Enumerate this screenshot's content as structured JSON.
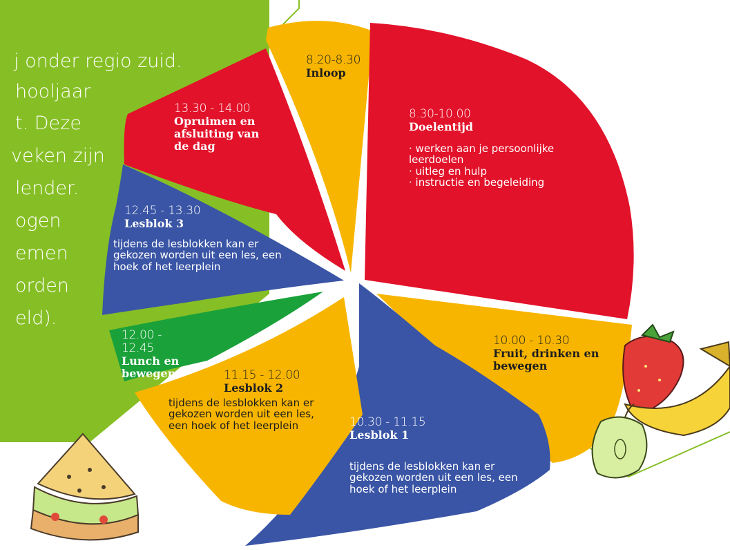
{
  "intro_lines": [
    "j onder regio zuid.",
    "hooljaar",
    "t. Deze",
    "veken zijn",
    "lender.",
    "ogen",
    "emen",
    "orden",
    "eld)."
  ],
  "segments": [
    {
      "time": "8.20-8.30",
      "title": "Inloop",
      "color": "#f7b500"
    },
    {
      "time": "8.30-10.00",
      "title": "Doelentijd",
      "bullets": [
        "werken aan je persoonlijke leerdoelen",
        "uitleg en hulp",
        "instructie en begeleiding"
      ],
      "color": "#e2122a"
    },
    {
      "time": "10.00 - 10.30",
      "title": "Fruit, drinken en bewegen",
      "color": "#f7b500"
    },
    {
      "time": "10.30 - 11.15",
      "title": "Lesblok 1",
      "desc": "tijdens de lesblokken kan er gekozen worden uit een les, een hoek of het leerplein",
      "color": "#3a55a5"
    },
    {
      "time": "11.15 - 12.00",
      "title": "Lesblok 2",
      "desc": "tijdens de lesblokken kan er gekozen worden uit een les, een hoek of het leerplein",
      "color": "#f7b500"
    },
    {
      "time": "12.00 - 12.45",
      "title": "Lunch en bewegen",
      "color": "#1ba13a"
    },
    {
      "time": "12.45 - 13.30",
      "title": "Lesblok 3",
      "desc": "tijdens de lesblokken kan er gekozen worden uit een les, een hoek of het leerplein",
      "color": "#3a55a5"
    },
    {
      "time": "13.30 - 14.00",
      "title": "Opruimen en afsluiting van de dag",
      "color": "#e2122a"
    }
  ],
  "colors": {
    "intro_bg": "#86bf25",
    "line_green": "#86bf25"
  },
  "icons": [
    "sandwich-icon",
    "strawberry-icon",
    "banana-icon",
    "apple-icon"
  ]
}
